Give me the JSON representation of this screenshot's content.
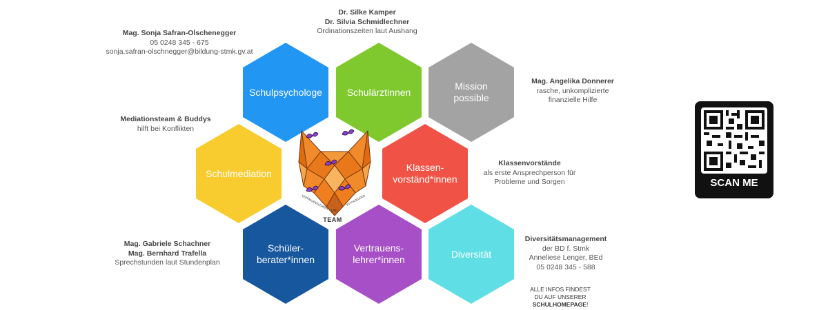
{
  "hexagons": [
    {
      "label": "Schulpsychologe",
      "color": "#2196F3"
    },
    {
      "label": "Schulärztinnen",
      "color": "#7FC92F"
    },
    {
      "label": "Mission\npossible",
      "color": "#A3A3A3"
    },
    {
      "label": "Schulmediation",
      "color": "#F8CB2E"
    },
    {
      "label": "Klassen-\nvorständ*innen",
      "color": "#F05345"
    },
    {
      "label": "Schüler-\nberater*innen",
      "color": "#16579E"
    },
    {
      "label": "Vertrauens-\nlehrer*innen",
      "color": "#A64FC6"
    },
    {
      "label": "Diversität",
      "color": "#5FDFE5"
    }
  ],
  "contacts": {
    "schulpsychologe": {
      "name": "Mag. Sonja Safran-Olschenegger",
      "detail": "05 0248 345 - 675\nsonja.safran-olschnegger@bildung-stmk.gv.at"
    },
    "schulaerztinnen": {
      "name": "Dr. Silke Kamper\nDr. Silvia Schmidlechner",
      "detail": "Ordinationszeiten laut Aushang"
    },
    "mission": {
      "name": "Mag. Angelika Donnerer",
      "detail": "rasche, unkomplizierte\nfinanzielle Hilfe"
    },
    "mediation": {
      "name": "Mediationsteam & Buddys",
      "detail": "hilft bei Konflikten"
    },
    "klassenvorstaende": {
      "name": "Klassenvorstände",
      "detail": "als erste Ansprechperson für\nProbleme und Sorgen"
    },
    "schuelerberater": {
      "name": "Mag. Gabriele Schachner\nMag. Bernhard Trafella",
      "detail": "Sprechstunden laut Stundenplan"
    },
    "diversitaet": {
      "name": "Diversitätsmanagement",
      "detail": "der BD f. Stmk\nAnneliese Lenger, BEd\n05 0248 345 - 588"
    }
  },
  "logo": {
    "team": "TEAM",
    "arc_left": "VERTRAUENSLEHRER",
    "arc_mid": "UND",
    "arc_right": "PSYCHOLOGEN"
  },
  "qr": {
    "label": "SCAN ME"
  },
  "footer": {
    "line1": "ALLE INFOS FINDEST",
    "line2": "DU AUF UNSERER",
    "line3": "SCHULHOMEPAGE",
    "line3_suffix": "!"
  }
}
